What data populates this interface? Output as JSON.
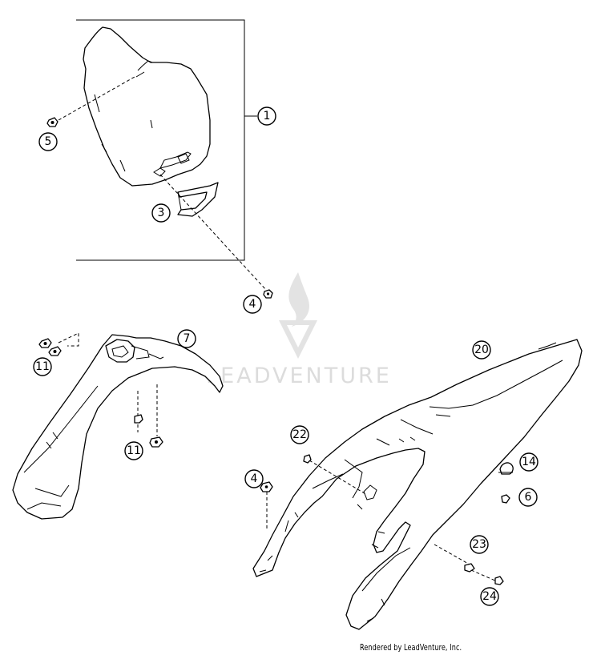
{
  "callouts": {
    "c1": "1",
    "c3": "3",
    "c4a": "4",
    "c5": "5",
    "c7": "7",
    "c11a": "11",
    "c11b": "11",
    "c20": "20",
    "c22": "22",
    "c4b": "4",
    "c14": "14",
    "c6": "6",
    "c23": "23",
    "c24": "24"
  },
  "watermark": {
    "text": "LEADVENTURE",
    "color": "#d9d9d9"
  },
  "footer": {
    "credit": "Rendered by LeadVenture, Inc."
  }
}
